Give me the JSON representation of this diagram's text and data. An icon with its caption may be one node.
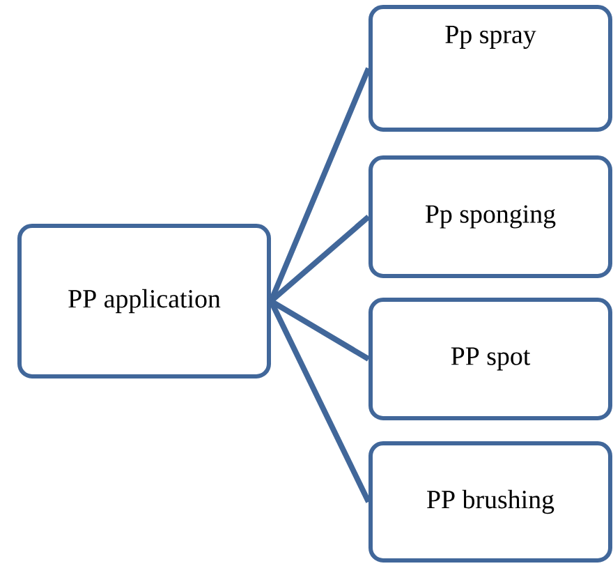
{
  "diagram": {
    "nodes": [
      {
        "text": [
          "PP application"
        ]
      },
      {
        "text": [
          "Pp spray"
        ]
      },
      {
        "text": [
          "Pp sponging"
        ]
      },
      {
        "text": [
          "PP spot"
        ]
      },
      {
        "text": [
          "PP brushing"
        ]
      }
    ],
    "edges": [
      {
        "from": 0,
        "to": 1,
        "arrow": "none"
      },
      {
        "from": 0,
        "to": 2,
        "arrow": "none"
      },
      {
        "from": 0,
        "to": 3,
        "arrow": "none"
      },
      {
        "from": 0,
        "to": 4,
        "arrow": "none"
      }
    ]
  }
}
